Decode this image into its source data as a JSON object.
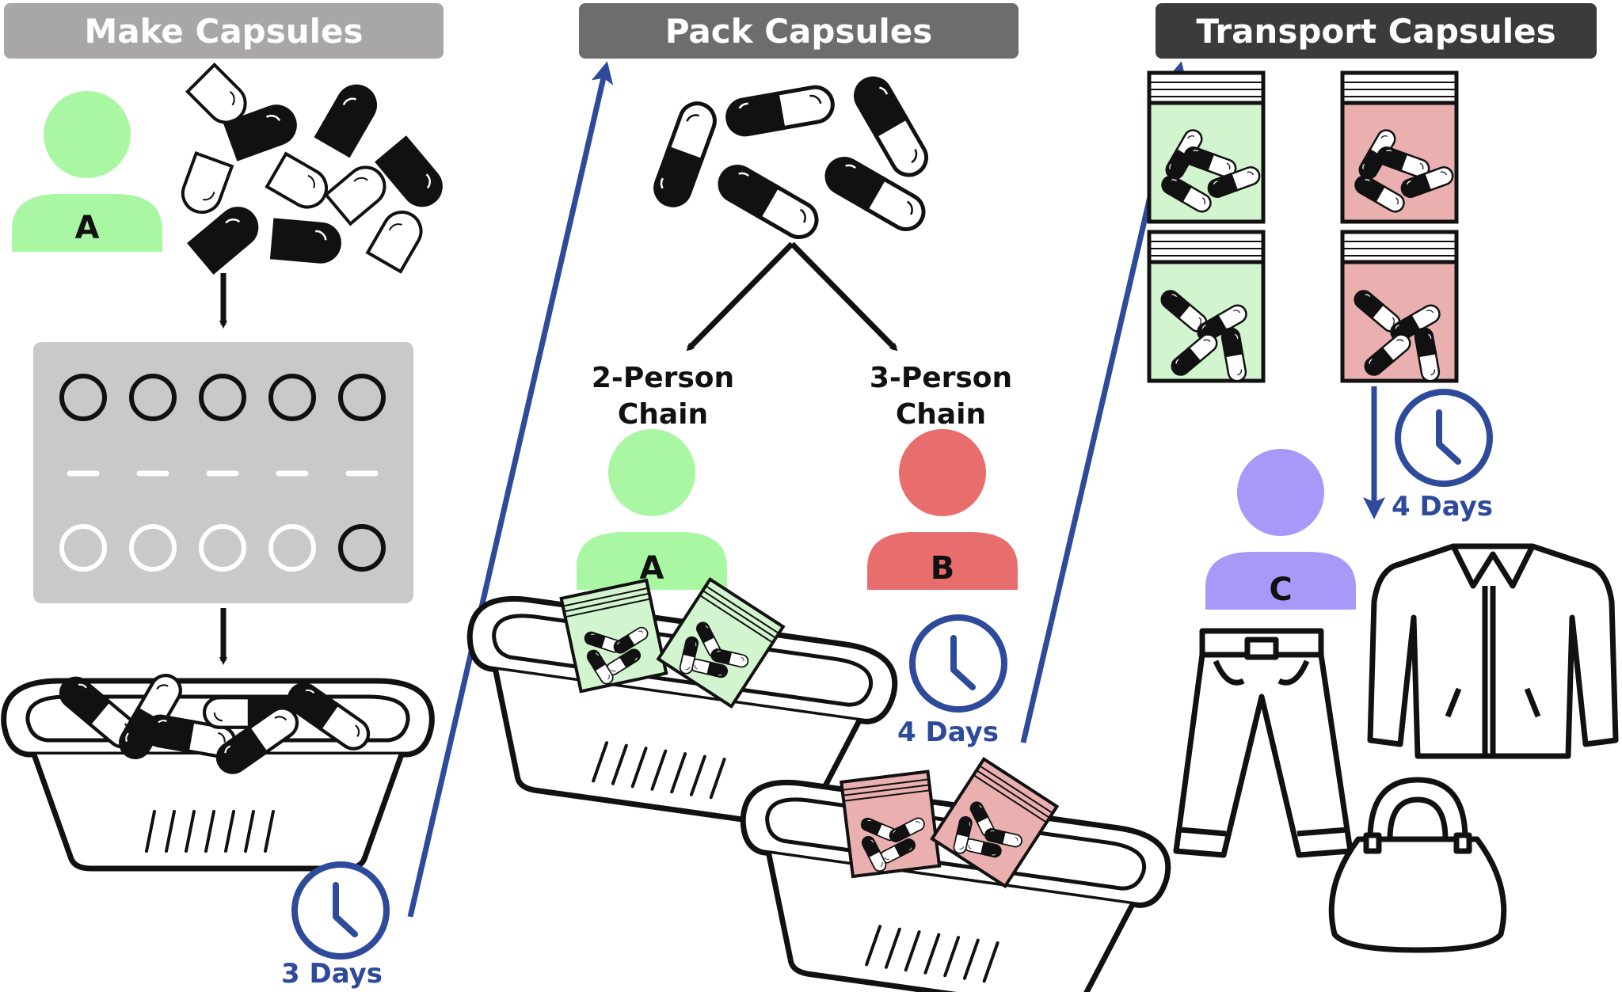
{
  "sections": [
    {
      "key": "make",
      "title": "Make Capsules",
      "color": "#a8a6a6"
    },
    {
      "key": "pack",
      "title": "Pack Capsules",
      "color": "#6e6d6d"
    },
    {
      "key": "transport",
      "title": "Transport Capsules",
      "color": "#3b3b3b"
    }
  ],
  "people": {
    "A": {
      "label": "A",
      "color": "#a9f7a3"
    },
    "B": {
      "label": "B",
      "color": "#e86e6e"
    },
    "C": {
      "label": "C",
      "color": "#a898f8"
    }
  },
  "chains": {
    "two_person": {
      "line1": "2-Person",
      "line2": "Chain"
    },
    "three_person": {
      "line1": "3-Person",
      "line2": "Chain"
    }
  },
  "durations": {
    "make_to_pack": "3 Days",
    "pack_to_transport": "4 Days",
    "transport_hold": "4 Days"
  },
  "colors": {
    "timeline_blue": "#2e4a9a",
    "bag_green": "#d2f5cf",
    "bag_red": "#eab0b0",
    "tray_gray": "#c9c9c9"
  },
  "icons": [
    "capsule-pile-icon",
    "blister-pack-icon",
    "basket-icon",
    "clock-icon",
    "zip-bag-icon",
    "pants-icon",
    "jacket-icon",
    "handbag-icon"
  ]
}
